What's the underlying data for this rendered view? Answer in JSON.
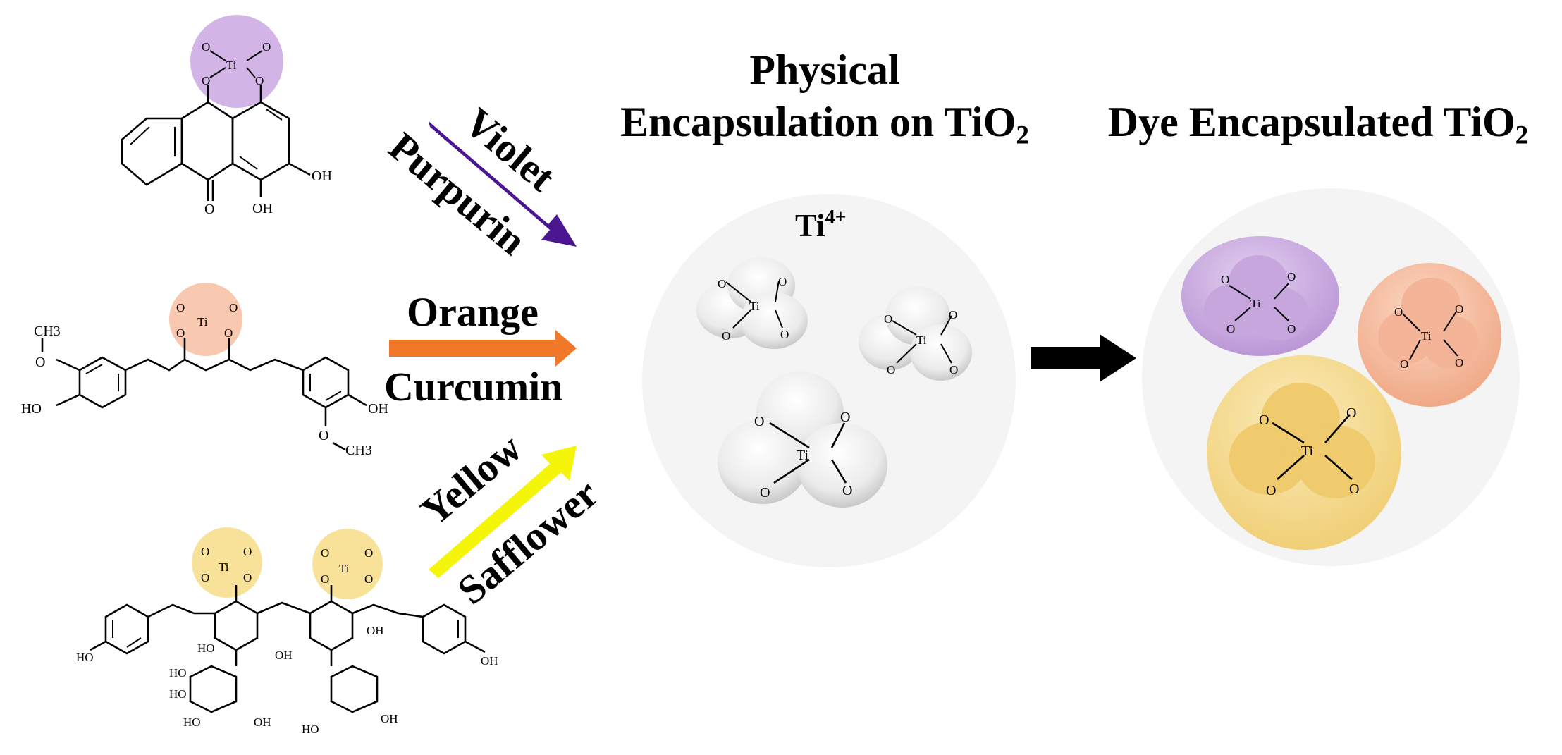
{
  "headings": {
    "physical_line1": "Physical",
    "physical_line2": "Encapsulation on TiO",
    "physical_sub": "2",
    "encapsulated": "Dye Encapsulated TiO",
    "encapsulated_sub": "2"
  },
  "titanium_label": "Ti",
  "titanium_charge": "4+",
  "dyes": [
    {
      "color_name": "Violet",
      "dye_name": "Purpurin",
      "arrow_color": "#4b1790",
      "highlight_color": "#d2b4e6"
    },
    {
      "color_name": "Orange",
      "dye_name": "Curcumin",
      "arrow_color": "#f07828",
      "highlight_color": "#f8c8b0"
    },
    {
      "color_name": "Yellow",
      "dye_name": "Safflower",
      "arrow_color": "#f5f50a",
      "highlight_color": "#f8e29a"
    }
  ],
  "complex_atoms": {
    "oxygen": "O",
    "titanium": "Ti"
  },
  "molecule_labels": {
    "purpurin_oh1": "OH",
    "purpurin_oh2": "OH",
    "purpurin_o": "O",
    "curcumin_ch3_top": "CH3",
    "curcumin_o_top": "O",
    "curcumin_ho_left": "HO",
    "curcumin_oh_right": "OH",
    "curcumin_o_bottom": "O",
    "curcumin_ch3_bottom": "CH3",
    "safflower_ho_left": "HO",
    "safflower_oh_right": "OH",
    "safflower_ho": "HO",
    "safflower_oh": "OH"
  },
  "colors": {
    "process_arrow": "#000000",
    "circle_background": "#f4f4f4",
    "violet": "#4b1790",
    "orange": "#f07828",
    "yellow": "#f5f50a"
  }
}
